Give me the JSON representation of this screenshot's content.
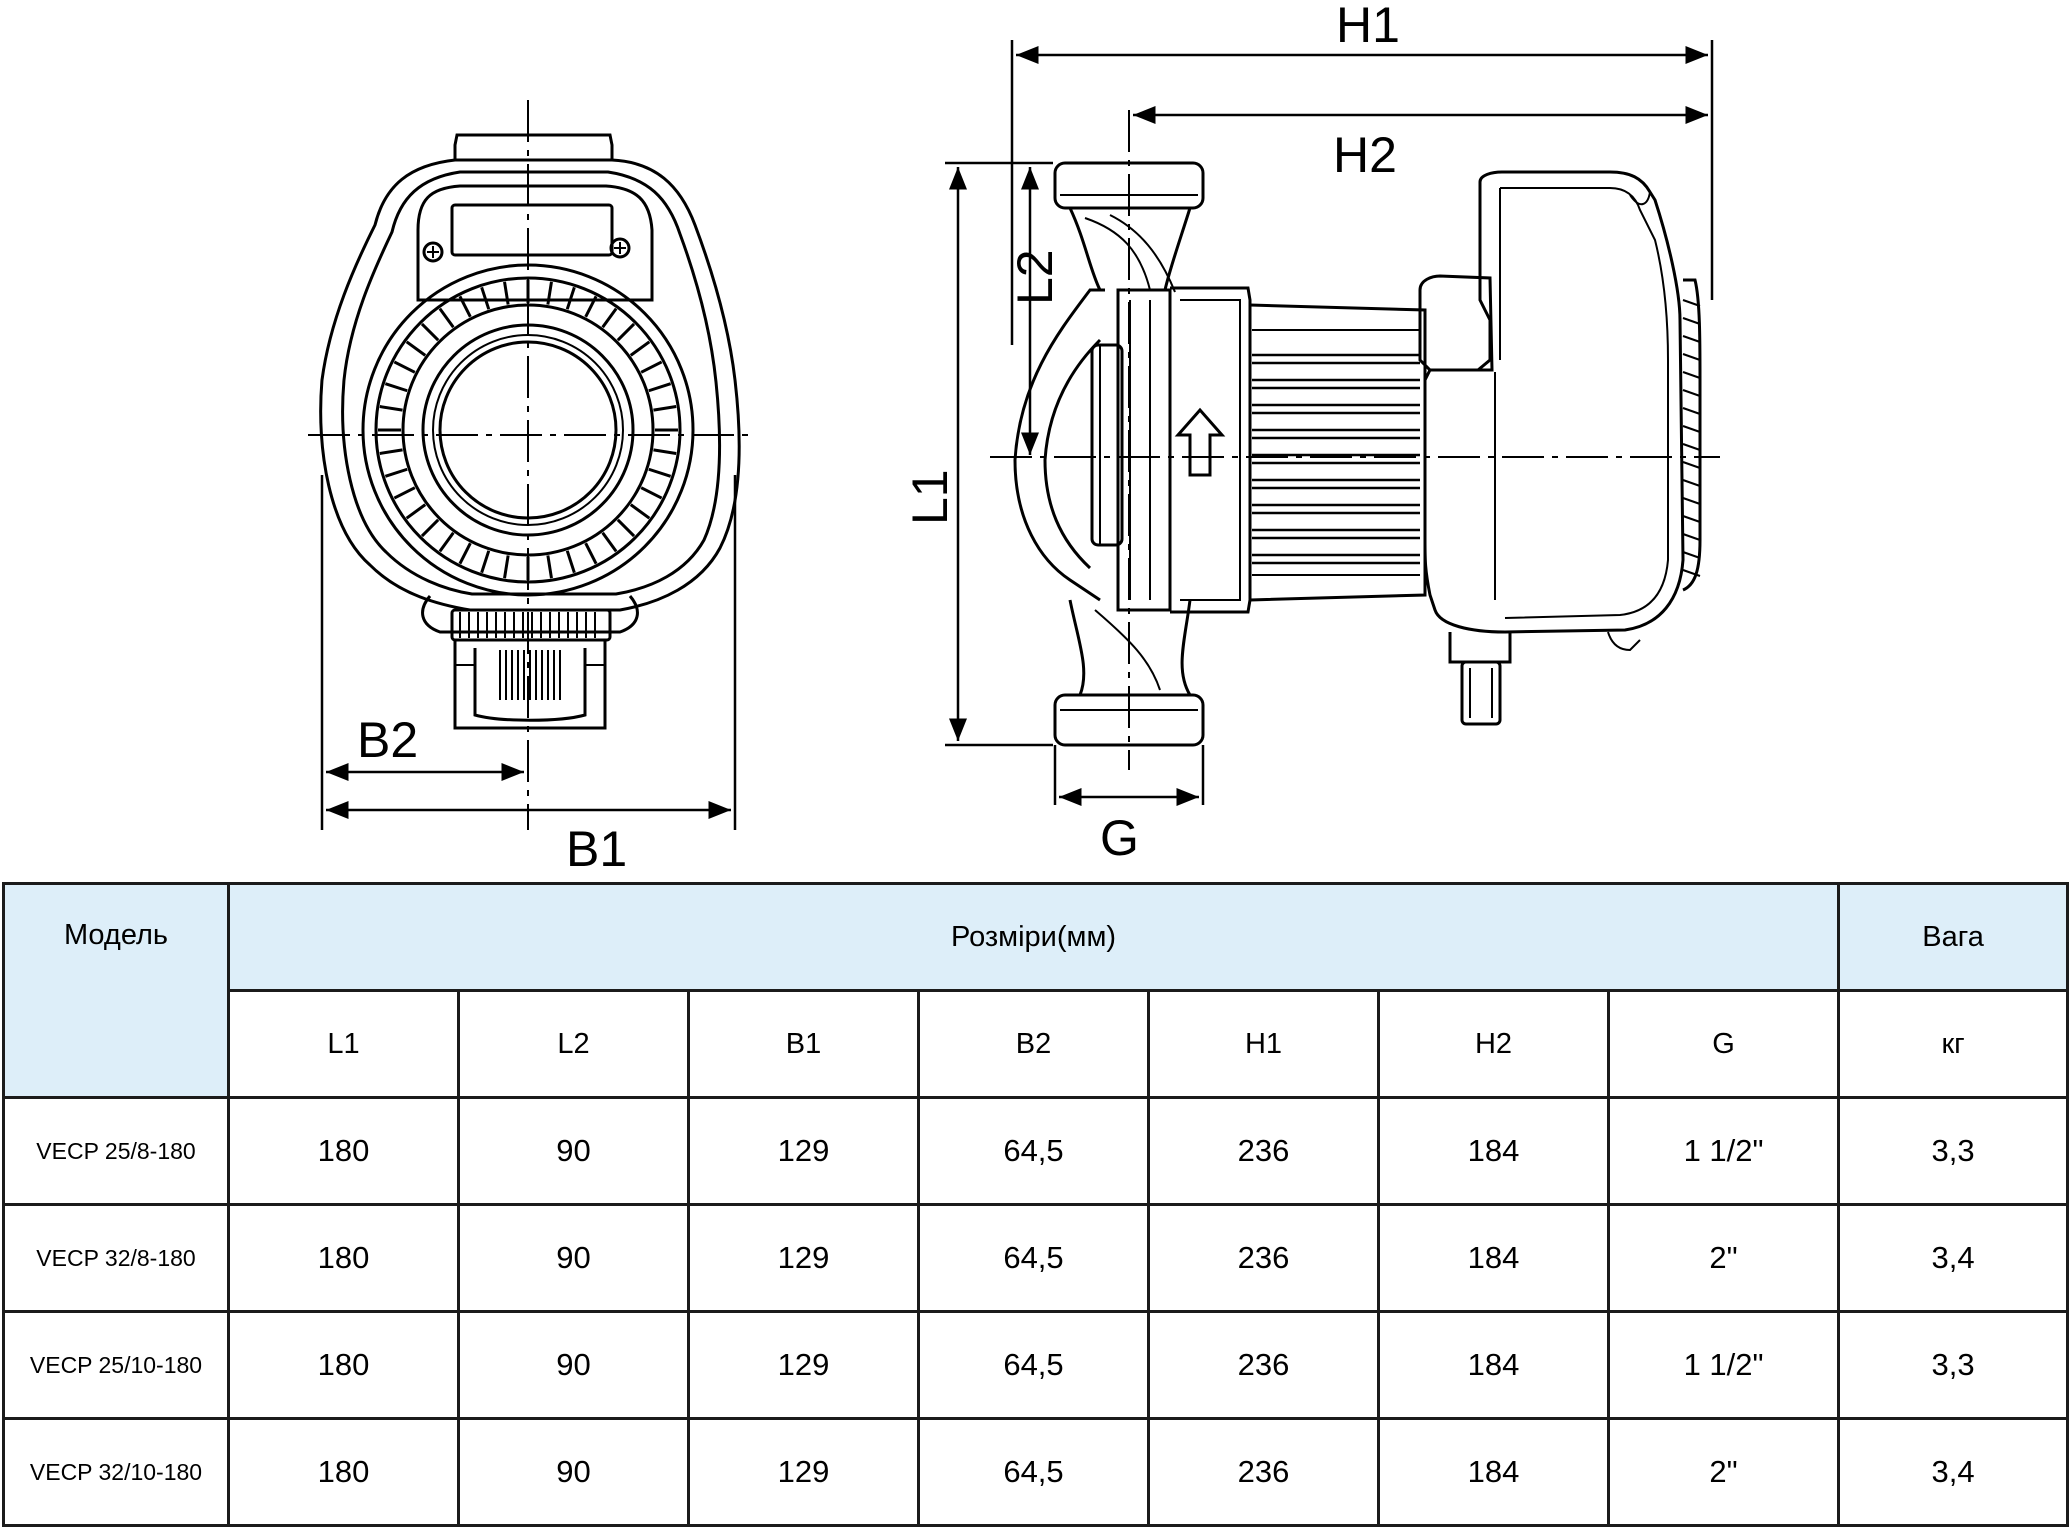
{
  "drawing": {
    "labels": {
      "h1": "H1",
      "h2": "H2",
      "l1": "L1",
      "l2": "L2",
      "b1": "B1",
      "b2": "B2",
      "g": "G"
    }
  },
  "table": {
    "header": {
      "model": "Модель",
      "dimensions": "Розміри(мм)",
      "weight": "Вага"
    },
    "subheader": [
      "L1",
      "L2",
      "B1",
      "B2",
      "H1",
      "H2",
      "G",
      "кг"
    ],
    "rows": [
      {
        "model": "VECP 25/8-180",
        "values": [
          "180",
          "90",
          "129",
          "64,5",
          "236",
          "184",
          "1 1/2\"",
          "3,3"
        ]
      },
      {
        "model": "VECP 32/8-180",
        "values": [
          "180",
          "90",
          "129",
          "64,5",
          "236",
          "184",
          "2\"",
          "3,4"
        ]
      },
      {
        "model": "VECP 25/10-180",
        "values": [
          "180",
          "90",
          "129",
          "64,5",
          "236",
          "184",
          "1 1/2\"",
          "3,3"
        ]
      },
      {
        "model": "VECP 32/10-180",
        "values": [
          "180",
          "90",
          "129",
          "64,5",
          "236",
          "184",
          "2\"",
          "3,4"
        ]
      }
    ]
  }
}
